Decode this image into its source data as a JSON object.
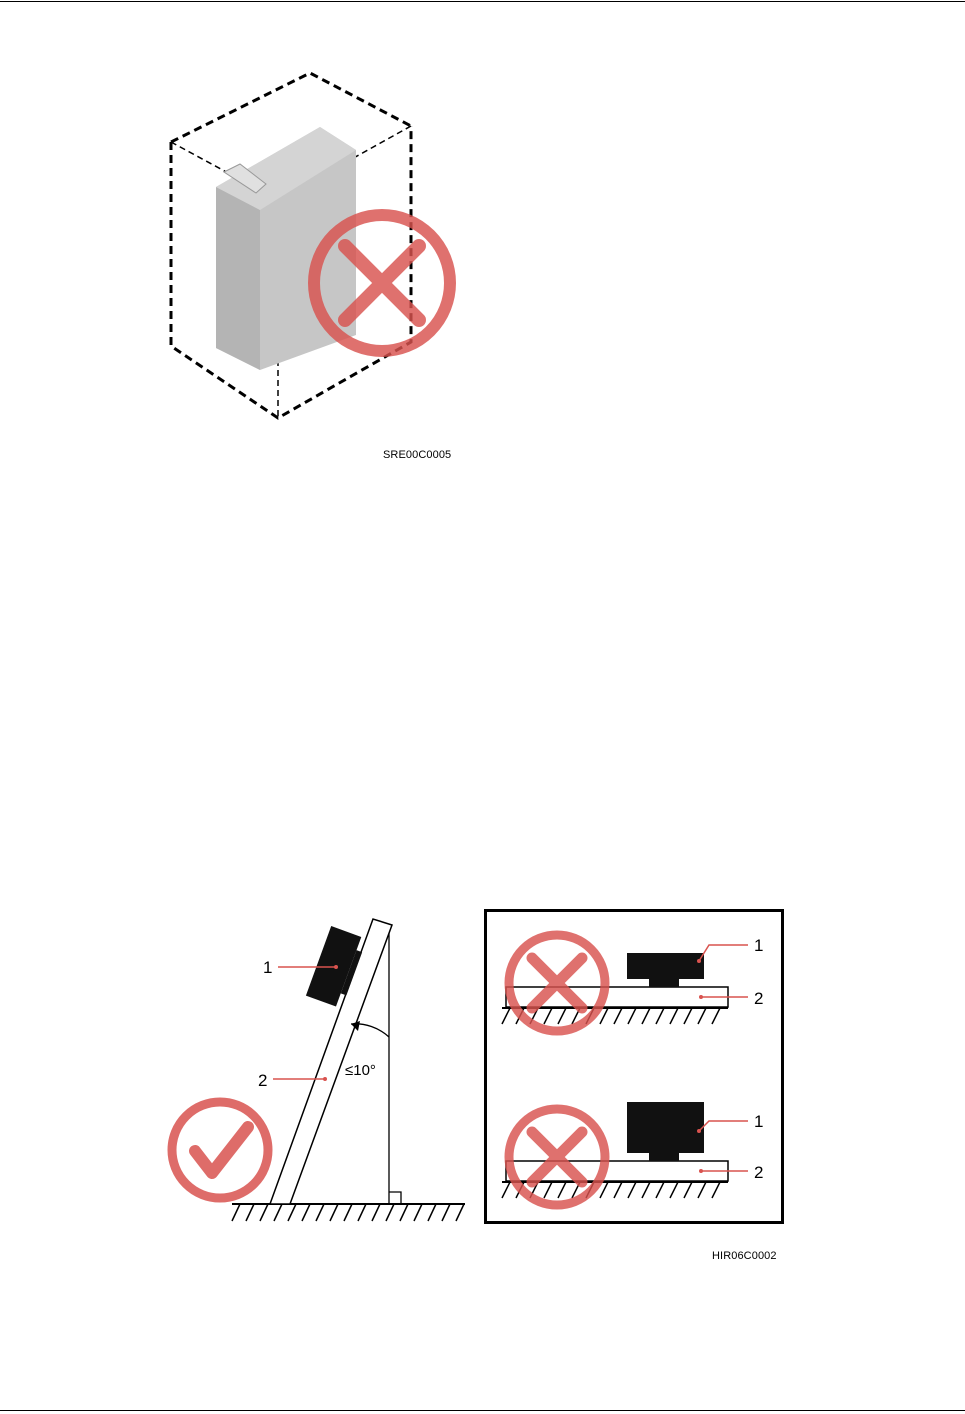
{
  "figure1": {
    "id": "SRE00C0005"
  },
  "figure2": {
    "id": "HIR06C0002",
    "left_callouts": [
      "1",
      "2"
    ],
    "angle_label": "≤10°",
    "right_top_callouts": [
      "1",
      "2"
    ],
    "right_bottom_callouts": [
      "1",
      "2"
    ]
  },
  "icons": {
    "prohibited": "cross-circle-icon",
    "allowed": "check-circle-icon"
  },
  "colors": {
    "warning_red": "#d9534f",
    "box_gray": "#c0c0c0",
    "device_black": "#111111"
  }
}
